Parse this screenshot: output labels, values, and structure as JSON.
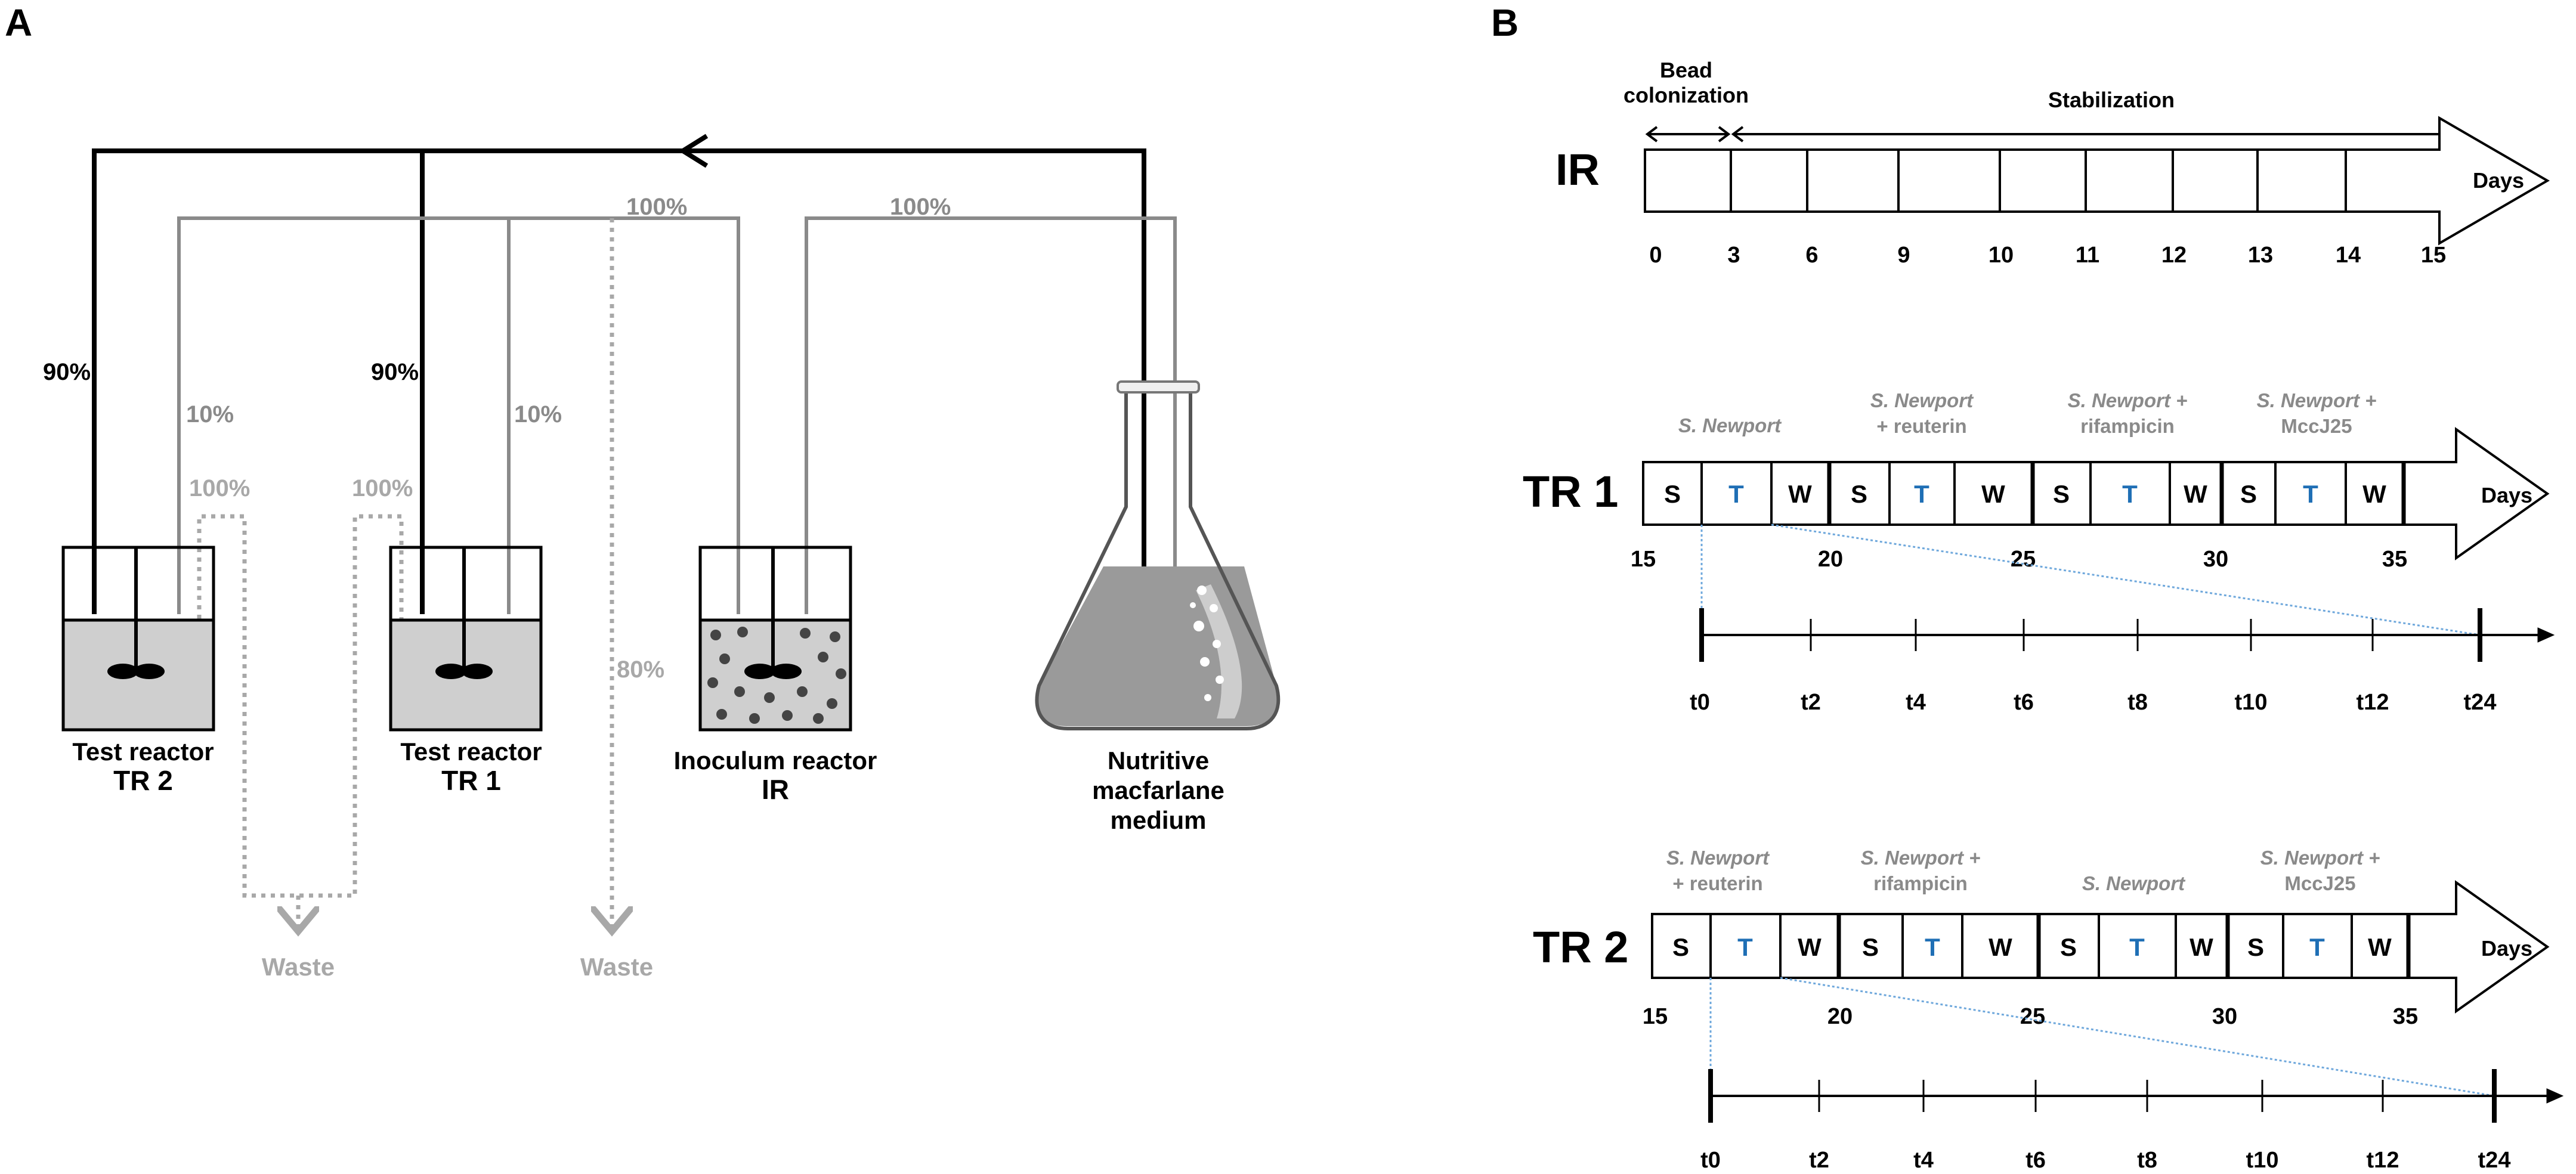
{
  "panel_a": {
    "letter": "A",
    "pct_100_top_left": "100%",
    "pct_100_top_right": "100%",
    "tr2_in_pct": "90%",
    "tr2_out_pct": "10%",
    "tr2_overflow_pct": "100%",
    "tr1_in_pct": "90%",
    "tr1_out_pct": "10%",
    "tr1_overflow_pct": "100%",
    "ir_overflow_pct": "80%",
    "tr2_name": "Test reactor",
    "tr2_code": "TR 2",
    "tr1_name": "Test reactor",
    "tr1_code": "TR 1",
    "ir_name": "Inoculum reactor",
    "ir_code": "IR",
    "medium_line1": "Nutritive",
    "medium_line2": "macfarlane",
    "medium_line3": "medium",
    "waste_left": "Waste",
    "waste_right": "Waste",
    "colors": {
      "main": "#000000",
      "secondary": "#8a8a8a",
      "waste": "#a8a8a8",
      "liquid": "#cfcfcf"
    }
  },
  "panel_b": {
    "letter": "B",
    "ir_timeline": {
      "row_label": "IR",
      "phase_1": [
        "Bead",
        "colonization"
      ],
      "phase_2": "Stabilization",
      "arrow_label": "Days",
      "ticks": [
        "0",
        "3",
        "6",
        "9",
        "10",
        "11",
        "12",
        "13",
        "14",
        "15"
      ]
    },
    "tr1_timeline": {
      "row_label": "TR 1",
      "arrow_label": "Days",
      "treatments": [
        {
          "line1": "S. Newport",
          "line2": ""
        },
        {
          "line1": "S. Newport",
          "line2": "+ reuterin"
        },
        {
          "line1": "S. Newport +",
          "line2": "rifampicin"
        },
        {
          "line1": "S. Newport +",
          "line2": "MccJ25"
        }
      ],
      "cells": [
        "S",
        "T",
        "W",
        "S",
        "T",
        "W",
        "S",
        "T",
        "W",
        "S",
        "T",
        "W"
      ],
      "days": [
        "15",
        "20",
        "25",
        "30",
        "35"
      ],
      "hours": [
        "t0",
        "t2",
        "t4",
        "t6",
        "t8",
        "t10",
        "t12",
        "t24"
      ]
    },
    "tr2_timeline": {
      "row_label": "TR 2",
      "arrow_label": "Days",
      "treatments": [
        {
          "line1": "S. Newport",
          "line2": "+ reuterin"
        },
        {
          "line1": "S. Newport +",
          "line2": "rifampicin"
        },
        {
          "line1": "S. Newport",
          "line2": ""
        },
        {
          "line1": "S. Newport +",
          "line2": "MccJ25"
        }
      ],
      "cells": [
        "S",
        "T",
        "W",
        "S",
        "T",
        "W",
        "S",
        "T",
        "W",
        "S",
        "T",
        "W"
      ],
      "days": [
        "15",
        "20",
        "25",
        "30",
        "35"
      ],
      "hours": [
        "t0",
        "t2",
        "t4",
        "t6",
        "t8",
        "t10",
        "t12",
        "t24"
      ]
    },
    "colors": {
      "t_cell": "#1f6fb5",
      "zoom_line": "#6fa8dc",
      "treatment_text": "#8a8a8a"
    }
  }
}
